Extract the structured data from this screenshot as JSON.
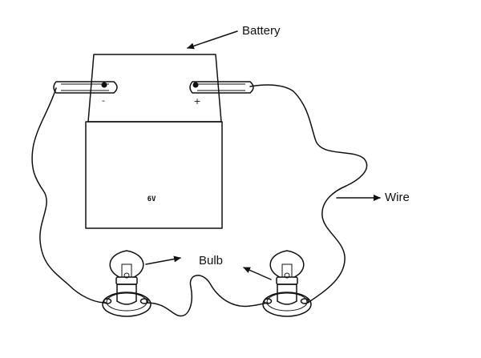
{
  "labels": {
    "battery": "Battery",
    "wire": "Wire",
    "bulb": "Bulb"
  },
  "battery": {
    "voltage": "6V",
    "negative_sign": "-",
    "positive_sign": "+"
  }
}
